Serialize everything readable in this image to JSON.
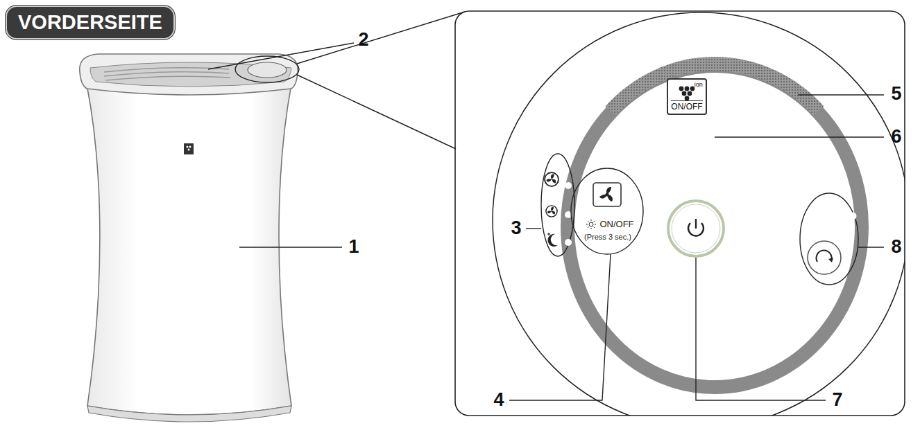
{
  "diagram": {
    "title": "VORDERSEITE",
    "nodes": [
      {
        "text": [
          "ion",
          "ON/OFF"
        ]
      }
    ],
    "labels": [
      "2",
      "5",
      "6",
      "3",
      "ON/OFF",
      "(Press 3 sec.)",
      "8",
      "1",
      "4",
      "7"
    ]
  }
}
